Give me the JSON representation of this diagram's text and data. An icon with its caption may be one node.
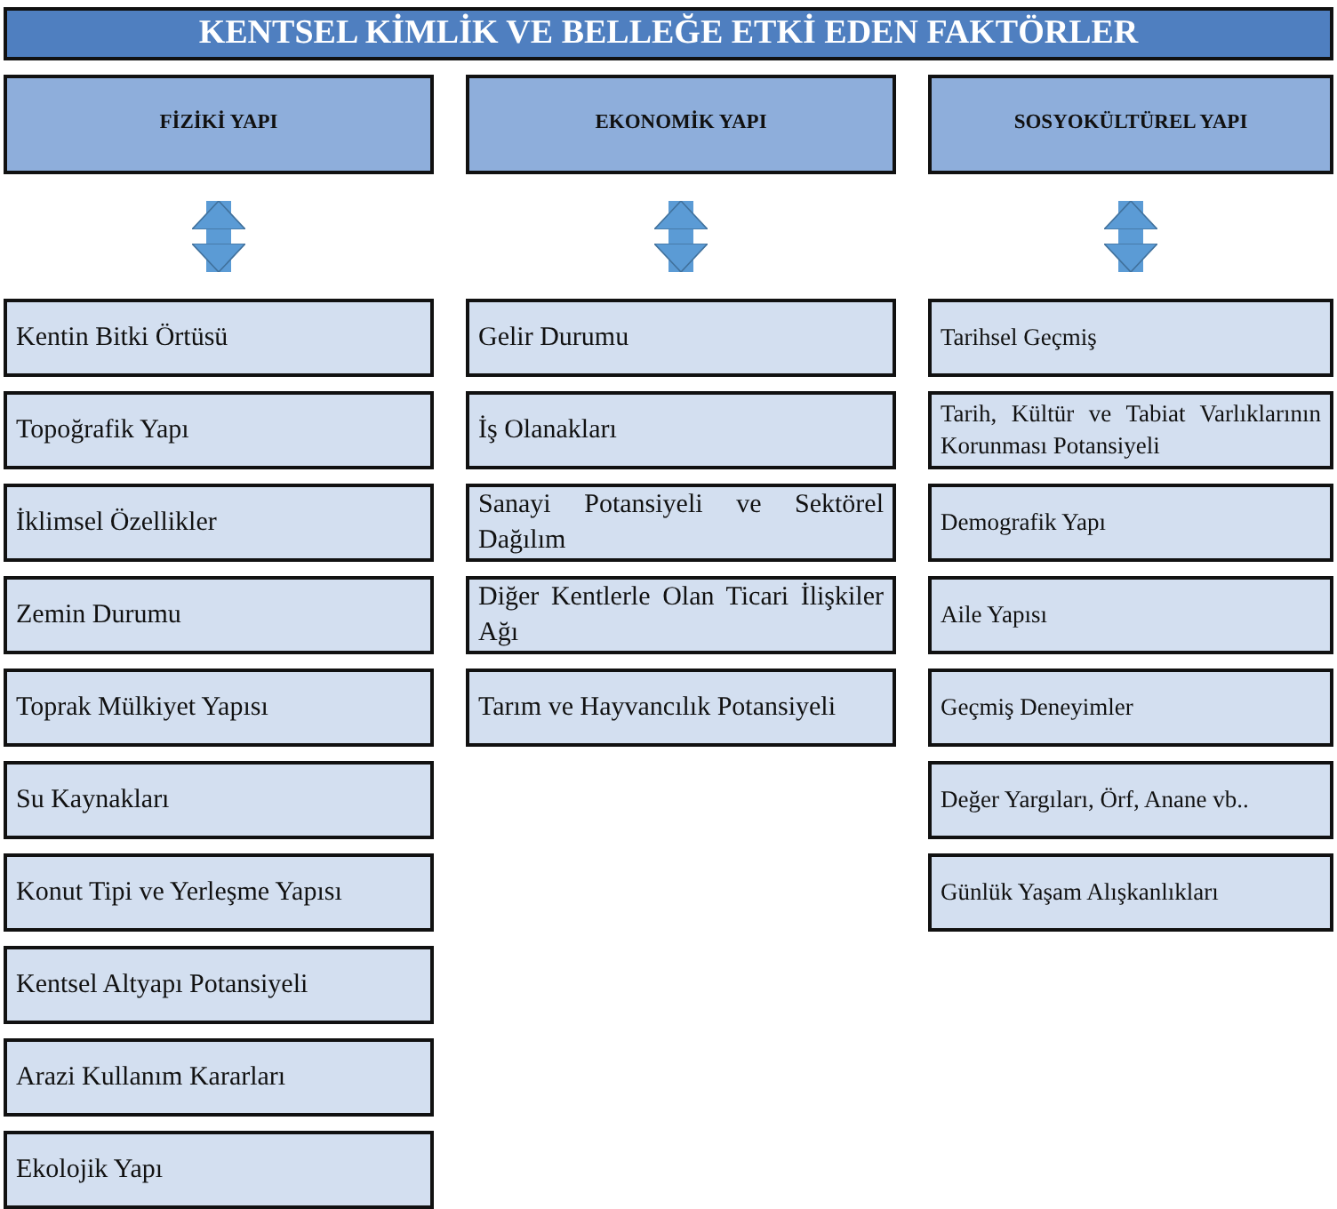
{
  "diagram": {
    "title": "KENTSEL KİMLİK VE BELLEĞE ETKİ EDEN FAKTÖRLER",
    "nodes": [
      {
        "text": [
          "FİZİKİ YAPI"
        ]
      },
      {
        "text": [
          "Kentin Bitki Örtüsü"
        ]
      },
      {
        "text": [
          "Topoğrafik Yapı"
        ]
      },
      {
        "text": [
          "İklimsel Özellikler"
        ]
      },
      {
        "text": [
          "Zemin Durumu"
        ]
      },
      {
        "text": [
          "Toprak Mülkiyet Yapısı"
        ]
      },
      {
        "text": [
          "Su Kaynakları"
        ]
      },
      {
        "text": [
          "Konut Tipi ve Yerleşme Yapısı"
        ]
      },
      {
        "text": [
          "Kentsel Altyapı Potansiyeli"
        ]
      },
      {
        "text": [
          "Arazi Kullanım Kararları"
        ]
      },
      {
        "text": [
          "Ekolojik Yapı"
        ]
      },
      {
        "text": [
          "EKONOMİK YAPI"
        ]
      },
      {
        "text": [
          "Gelir Durumu"
        ]
      },
      {
        "text": [
          "İş Olanakları"
        ]
      },
      {
        "text": [
          "Sanayi Potansiyeli ve Sektörel Dağılım"
        ]
      },
      {
        "text": [
          "Diğer Kentlerle Olan Ticari İlişkiler Ağı"
        ]
      },
      {
        "text": [
          "Tarım ve Hayvancılık Potansiyeli"
        ]
      },
      {
        "text": [
          "SOSYOKÜLTÜREL YAPI"
        ]
      },
      {
        "text": [
          "Tarihsel Geçmiş"
        ]
      },
      {
        "text": [
          "Tarih, Kültür ve Tabiat Varlıklarının Korunması Potansiyeli"
        ]
      },
      {
        "text": [
          "Demografik Yapı"
        ]
      },
      {
        "text": [
          "Aile Yapısı"
        ]
      },
      {
        "text": [
          "Geçmiş Deneyimler"
        ]
      },
      {
        "text": [
          "Değer Yargıları, Örf, Anane vb.."
        ]
      },
      {
        "text": [
          "Günlük Yaşam Alışkanlıkları"
        ]
      }
    ],
    "edges": [
      {
        "from": 0,
        "to": 1,
        "arrow": "both"
      },
      {
        "from": 11,
        "to": 12,
        "arrow": "both"
      },
      {
        "from": 17,
        "to": 18,
        "arrow": "both"
      }
    ]
  }
}
